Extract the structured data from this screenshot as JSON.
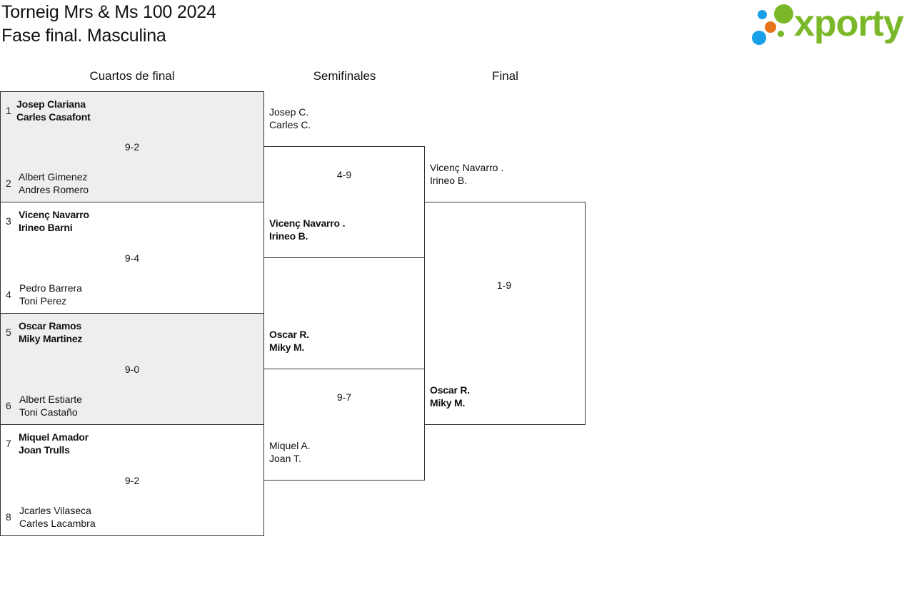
{
  "header": {
    "title_line1": "Torneig Mrs & Ms 100 2024",
    "title_line2": "Fase final. Masculina"
  },
  "logo": {
    "text": "xporty",
    "colors": {
      "green": "#7ab829",
      "blue": "#1aa0e6",
      "orange": "#e8731b"
    }
  },
  "rounds": {
    "quarters": "Cuartos de final",
    "semis": "Semifinales",
    "final": "Final"
  },
  "quarterfinals": [
    {
      "top": {
        "seed": "1",
        "p1": "Josep Clariana",
        "p2": "Carles Casafont"
      },
      "bottom": {
        "seed": "2",
        "p1": "Albert Gimenez",
        "p2": "Andres Romero"
      },
      "score": "9-2"
    },
    {
      "top": {
        "seed": "3",
        "p1": "Vicenç Navarro",
        "p2": "Irineo Barni"
      },
      "bottom": {
        "seed": "4",
        "p1": "Pedro Barrera",
        "p2": "Toni Perez"
      },
      "score": "9-4"
    },
    {
      "top": {
        "seed": "5",
        "p1": "Oscar Ramos",
        "p2": "Miky Martinez"
      },
      "bottom": {
        "seed": "6",
        "p1": "Albert Estiarte",
        "p2": "Toni Castaño"
      },
      "score": "9-0"
    },
    {
      "top": {
        "seed": "7",
        "p1": "Miquel Amador",
        "p2": "Joan Trulls"
      },
      "bottom": {
        "seed": "8",
        "p1": "Jcarles Vilaseca",
        "p2": "Carles Lacambra"
      },
      "score": "9-2"
    }
  ],
  "semifinals": [
    {
      "top": {
        "p1": "Josep C.",
        "p2": "Carles C."
      },
      "bottom": {
        "p1": "Vicenç Navarro .",
        "p2": "Irineo B."
      },
      "score": "4-9"
    },
    {
      "top": {
        "p1": "Oscar R.",
        "p2": "Miky M."
      },
      "bottom": {
        "p1": "Miquel A.",
        "p2": "Joan T."
      },
      "score": "9-7"
    }
  ],
  "final": {
    "top": {
      "p1": "Vicenç Navarro .",
      "p2": "Irineo B."
    },
    "bottom": {
      "p1": "Oscar R.",
      "p2": "Miky M."
    },
    "score": "1-9"
  }
}
